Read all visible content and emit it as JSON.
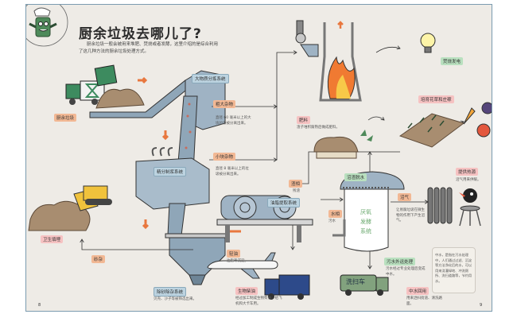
{
  "page": {
    "title": "厨余垃圾去哪儿了?",
    "intro": "厨余垃圾一般会被用来堆肥、焚烧或者发酵，这里介绍的是综合利用了这几种方法的厨余垃圾处理方式。",
    "page_left": "8",
    "page_right": "9"
  },
  "labels": {
    "kitchen_waste": "厨余垃圾",
    "large_sorting": "大物质分拣系统",
    "coarse_debris": "粗大杂物",
    "coarse_debris_note": "直径 60 毫米以上的大块垃圾被分离出来。",
    "fine_sorting": "精分制浆系统",
    "small_debris": "小块杂物",
    "small_debris_note": "直径 8 毫米以上的垃圾被分离出来。",
    "sand_removal": "除砂除杂系统",
    "sand_removal_note": "贝壳、沙子等被筛选出来。",
    "grit": "砂杂",
    "landfill": "卫生填埋",
    "oil_extraction": "油脂提取系统",
    "residue": "渣相",
    "residue_note": "残渣",
    "water_phase": "水相",
    "water_phase_note": "污水",
    "light_oil": "轻油",
    "light_oil_note": "油脂等沉淀。",
    "biodiesel": "生物柴油",
    "biodiesel_note": "经过加工制成生物柴油，给飞机和大卡车用。",
    "fertilizer": "肥料",
    "fertilizer_note": "渣子堆积腐熟后做成肥料。",
    "grow_crops": "培育花草和庄稼",
    "power": "焚烧发电",
    "dewatering": "沼渣脱水",
    "anaerobic": [
      "厌氧",
      "发酵",
      "系统"
    ],
    "biogas": "沼气",
    "biogas_note": "让易腐垃圾在微生物的作用下产生沼气。",
    "heat": "提供热源",
    "heat_note": "沼气用来供暖。",
    "sewage": "污水外运处理",
    "sewage_note": "污水经过专业处理后变成中水。",
    "reclaimed": "中水回用",
    "reclaimed_note": "用来洒扫街道、清洗路面。",
    "sweeper": "洗扫车",
    "bird_note": "中水，是指在污水处理中，人们通过过滤、沉淀等方法净化后的水，可以用来浇灌绿地、冲洗厕所、洗扫道路等，节约用水。"
  },
  "colors": {
    "page_bg": "#eeebe6",
    "tag_orange": "#f2b894",
    "tag_blue": "#bcd3e0",
    "tag_green": "#b9e0bf",
    "tag_pink": "#f6c2c2",
    "machine": "#9fb3c4",
    "soil": "#a88d70",
    "truck_green": "#3d8b5f",
    "flame": "#f07a32"
  }
}
